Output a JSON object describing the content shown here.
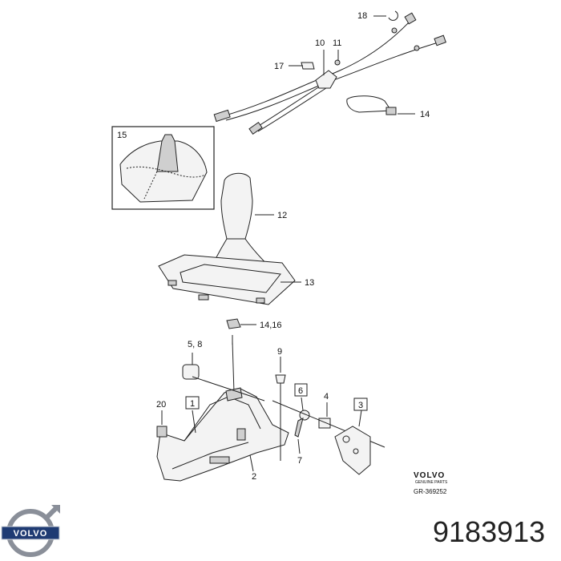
{
  "callouts": [
    {
      "id": "c18",
      "label": "18"
    },
    {
      "id": "c10",
      "label": "10"
    },
    {
      "id": "c11",
      "label": "11"
    },
    {
      "id": "c17",
      "label": "17"
    },
    {
      "id": "c14a",
      "label": "14"
    },
    {
      "id": "c15",
      "label": "15"
    },
    {
      "id": "c12",
      "label": "12"
    },
    {
      "id": "c13",
      "label": "13"
    },
    {
      "id": "c1416",
      "label": "14,16"
    },
    {
      "id": "c58",
      "label": "5, 8"
    },
    {
      "id": "c9",
      "label": "9"
    },
    {
      "id": "c6",
      "label": "6"
    },
    {
      "id": "c4",
      "label": "4"
    },
    {
      "id": "c3",
      "label": "3"
    },
    {
      "id": "c20",
      "label": "20"
    },
    {
      "id": "c1",
      "label": "1"
    },
    {
      "id": "c7",
      "label": "7"
    },
    {
      "id": "c2",
      "label": "2"
    }
  ],
  "brand_block": {
    "name": "VOLVO",
    "sub": "GENUINE PARTS",
    "ref": "GR-369252"
  },
  "logo": {
    "text": "VOLVO",
    "color": "#1f3b73"
  },
  "part_number": "9183913"
}
